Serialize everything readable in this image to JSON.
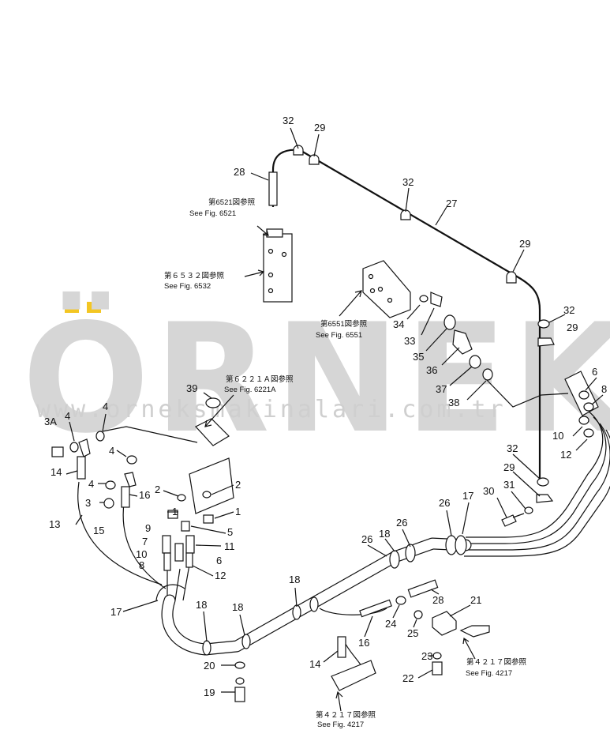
{
  "watermark": {
    "brand": "ÖRNEK",
    "url": "www.orneksmakinalari.com.tr",
    "accent_color": "#f3c623",
    "text_color": "#d6d6d6"
  },
  "references": [
    {
      "id": "ref-6521-jp",
      "text": "第6521図参照"
    },
    {
      "id": "ref-6521",
      "text": "See Fig. 6521"
    },
    {
      "id": "ref-6532-jp",
      "text": "第６５３２図参照"
    },
    {
      "id": "ref-6532",
      "text": "See Fig. 6532"
    },
    {
      "id": "ref-6551-jp",
      "text": "第6551図参照"
    },
    {
      "id": "ref-6551",
      "text": "See Fig. 6551"
    },
    {
      "id": "ref-6221a-jp",
      "text": "第６２２１Ａ図参照"
    },
    {
      "id": "ref-6221a",
      "text": "See Fig. 6221A"
    },
    {
      "id": "ref-4217a-jp",
      "text": "第４２１７図参照"
    },
    {
      "id": "ref-4217a",
      "text": "See Fig. 4217"
    },
    {
      "id": "ref-4217b-jp",
      "text": "第４２１７図参照"
    },
    {
      "id": "ref-4217b",
      "text": "See Fig. 4217"
    }
  ],
  "callouts": [
    "32",
    "29",
    "28",
    "32",
    "27",
    "29",
    "32",
    "29",
    "34",
    "33",
    "35",
    "36",
    "37",
    "38",
    "6",
    "8",
    "10",
    "12",
    "39",
    "4",
    "3A",
    "4",
    "4",
    "14",
    "4",
    "16",
    "3",
    "2",
    "2",
    "1",
    "1",
    "5",
    "13",
    "15",
    "9",
    "7",
    "10",
    "8",
    "11",
    "6",
    "12",
    "32",
    "29",
    "30",
    "31",
    "26",
    "17",
    "26",
    "18",
    "26",
    "18",
    "28",
    "21",
    "17",
    "18",
    "18",
    "24",
    "25",
    "16",
    "23",
    "22",
    "14",
    "20",
    "19"
  ]
}
